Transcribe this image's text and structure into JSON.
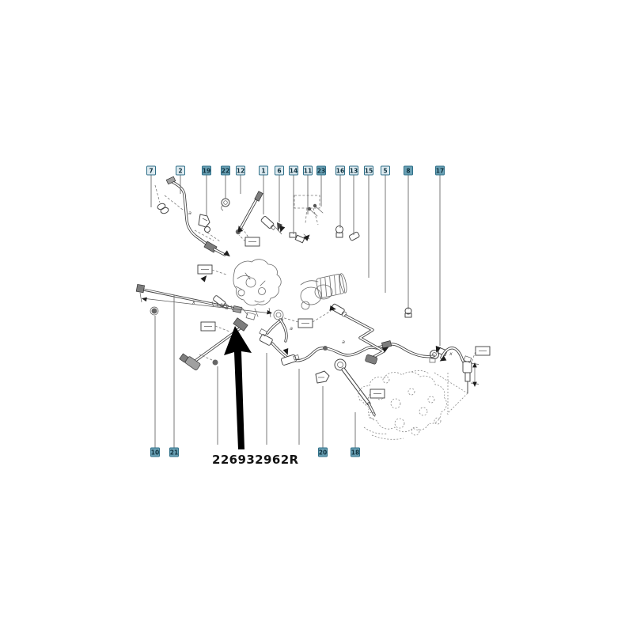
{
  "figure": {
    "type": "exploded-parts-diagram",
    "subject": "fuel-injection-piping-diagram",
    "part_number": "226932962R",
    "callouts_top": [
      {
        "label": "7",
        "highlight": false
      },
      {
        "label": "2",
        "highlight": false
      },
      {
        "label": "19",
        "highlight": true
      },
      {
        "label": "22",
        "highlight": true
      },
      {
        "label": "12",
        "highlight": false
      },
      {
        "label": "1",
        "highlight": false
      },
      {
        "label": "6",
        "highlight": false
      },
      {
        "label": "14",
        "highlight": false
      },
      {
        "label": "11",
        "highlight": false
      },
      {
        "label": "23",
        "highlight": true
      },
      {
        "label": "16",
        "highlight": false
      },
      {
        "label": "13",
        "highlight": false
      },
      {
        "label": "15",
        "highlight": false
      },
      {
        "label": "5",
        "highlight": false
      },
      {
        "label": "8",
        "highlight": true
      },
      {
        "label": "17",
        "highlight": true
      }
    ],
    "callouts_bottom": [
      {
        "label": "10",
        "highlight": true
      },
      {
        "label": "21",
        "highlight": true
      },
      {
        "label": "20",
        "highlight": true
      },
      {
        "label": "18",
        "highlight": true
      }
    ],
    "dimension_marks": [
      "a",
      "x",
      "a",
      "a",
      "x"
    ],
    "colors": {
      "background": "#ffffff",
      "line": "#474747",
      "callout_border": "#2e6f88",
      "callout_fill_light": "#ddeaf0",
      "callout_fill_dark": "#6aa0b4",
      "callout_text": "#10323f",
      "part_number_color": "#131313",
      "arrow_color": "#000000"
    }
  }
}
